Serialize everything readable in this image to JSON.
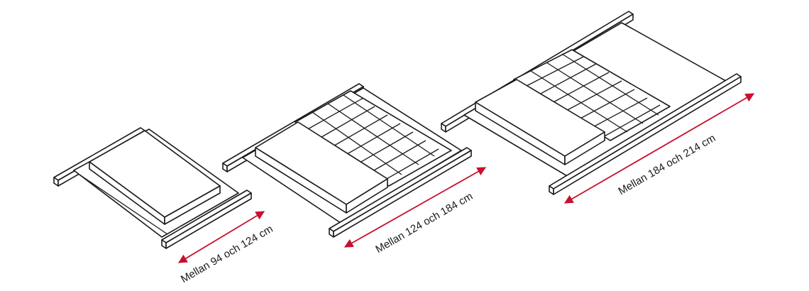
{
  "arrow_color": "#c8102e",
  "line_color": "#1a1a1a",
  "items": [
    {
      "label": "Mellan 94 och 124 cm"
    },
    {
      "label": "Mellan 124 och 184 cm"
    },
    {
      "label": "Mellan 184 och 214 cm"
    }
  ]
}
